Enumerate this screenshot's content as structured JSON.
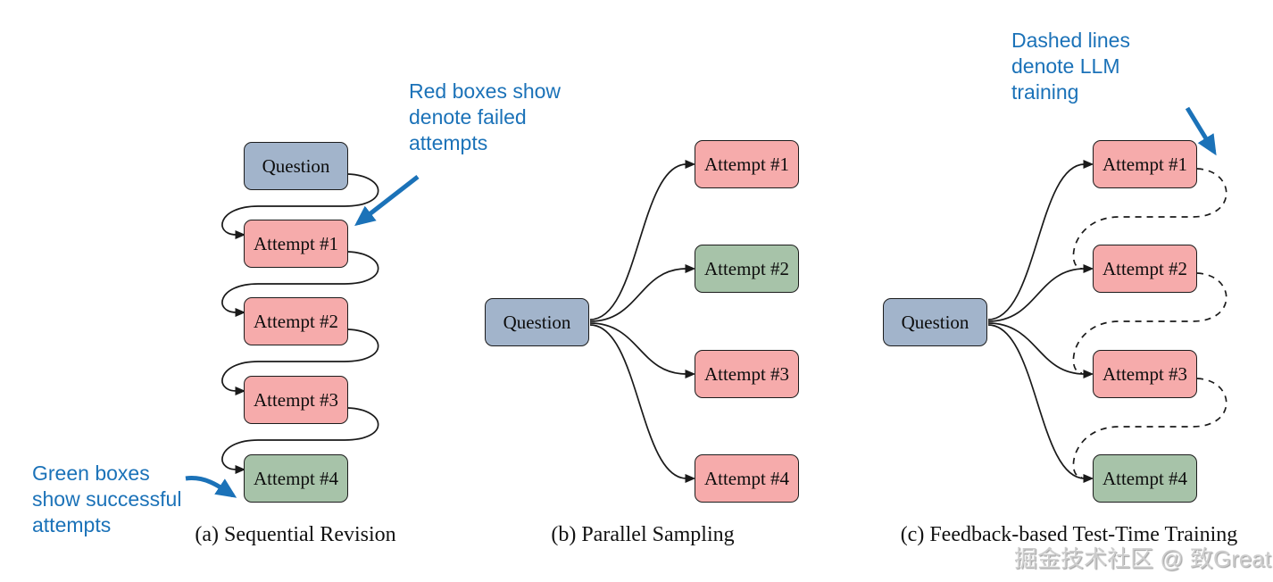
{
  "figure": {
    "description": "Three test-time strategies diagram",
    "colors": {
      "question_fill": "#a2b4cb",
      "failed_fill": "#f6abab",
      "success_fill": "#a7c3a9",
      "box_border": "#1c1c1c",
      "arrow_line": "#1a1a1a",
      "annotation_blue": "#1b72b8",
      "watermark_gray": "#cccccc"
    }
  },
  "notes": {
    "failed": {
      "line1": "Red boxes show",
      "line2": "denote failed",
      "line3": "attempts"
    },
    "success": {
      "line1": "Green boxes",
      "line2": "show successful",
      "line3": "attempts"
    },
    "training": {
      "line1": "Dashed lines",
      "line2": "denote LLM",
      "line3": "training"
    }
  },
  "panels": {
    "a": {
      "caption": "(a)  Sequential Revision",
      "question": "Question",
      "attempts": [
        "Attempt #1",
        "Attempt #2",
        "Attempt #3",
        "Attempt #4"
      ],
      "statuses": [
        "failed",
        "failed",
        "failed",
        "success"
      ]
    },
    "b": {
      "caption": "(b)  Parallel Sampling",
      "question": "Question",
      "attempts": [
        "Attempt #1",
        "Attempt #2",
        "Attempt #3",
        "Attempt #4"
      ],
      "statuses": [
        "failed",
        "success",
        "failed",
        "failed"
      ]
    },
    "c": {
      "caption": "(c)  Feedback-based Test-Time Training",
      "question": "Question",
      "attempts": [
        "Attempt #1",
        "Attempt #2",
        "Attempt #3",
        "Attempt #4"
      ],
      "statuses": [
        "failed",
        "failed",
        "failed",
        "success"
      ]
    }
  },
  "watermark": "掘金技术社区 @ 致Great"
}
